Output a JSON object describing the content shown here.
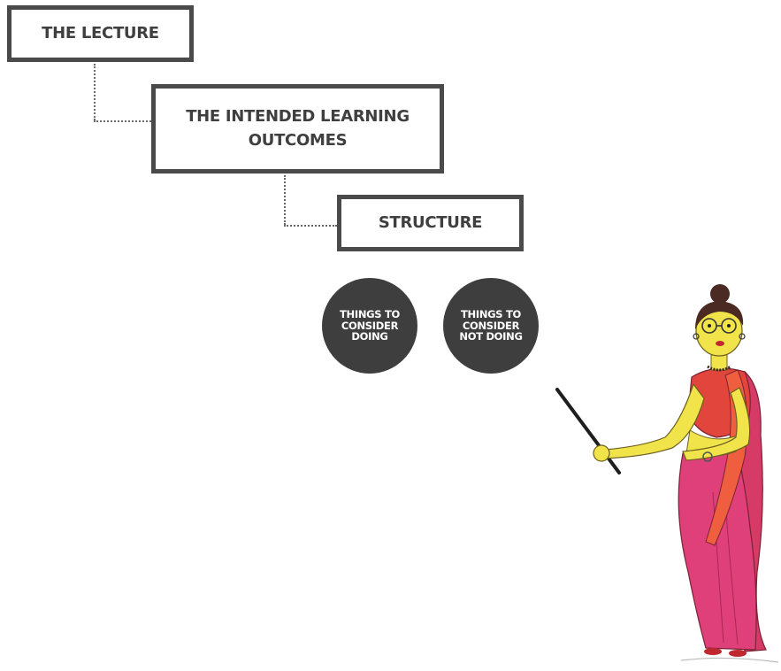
{
  "boxes": {
    "lecture": "THE LECTURE",
    "intended_learning_outcomes": {
      "line1": "THE INTENDED LEARNING",
      "line2": "OUTCOMES"
    },
    "structure": "STRUCTURE"
  },
  "circles": {
    "consider_doing": {
      "line1": "THINGS TO",
      "line2": "CONSIDER",
      "line3": "DOING"
    },
    "consider_not_doing": {
      "line1": "THINGS TO",
      "line2": "CONSIDER",
      "line3": "NOT DOING"
    }
  },
  "colors": {
    "box_border": "#4a4a4a",
    "circle_fill": "#3e3e3e",
    "saree_red": "#e2453b",
    "saree_pink": "#e0407a",
    "skin_yellow": "#f1e34a"
  },
  "illustration": "lecturer-with-pointer"
}
